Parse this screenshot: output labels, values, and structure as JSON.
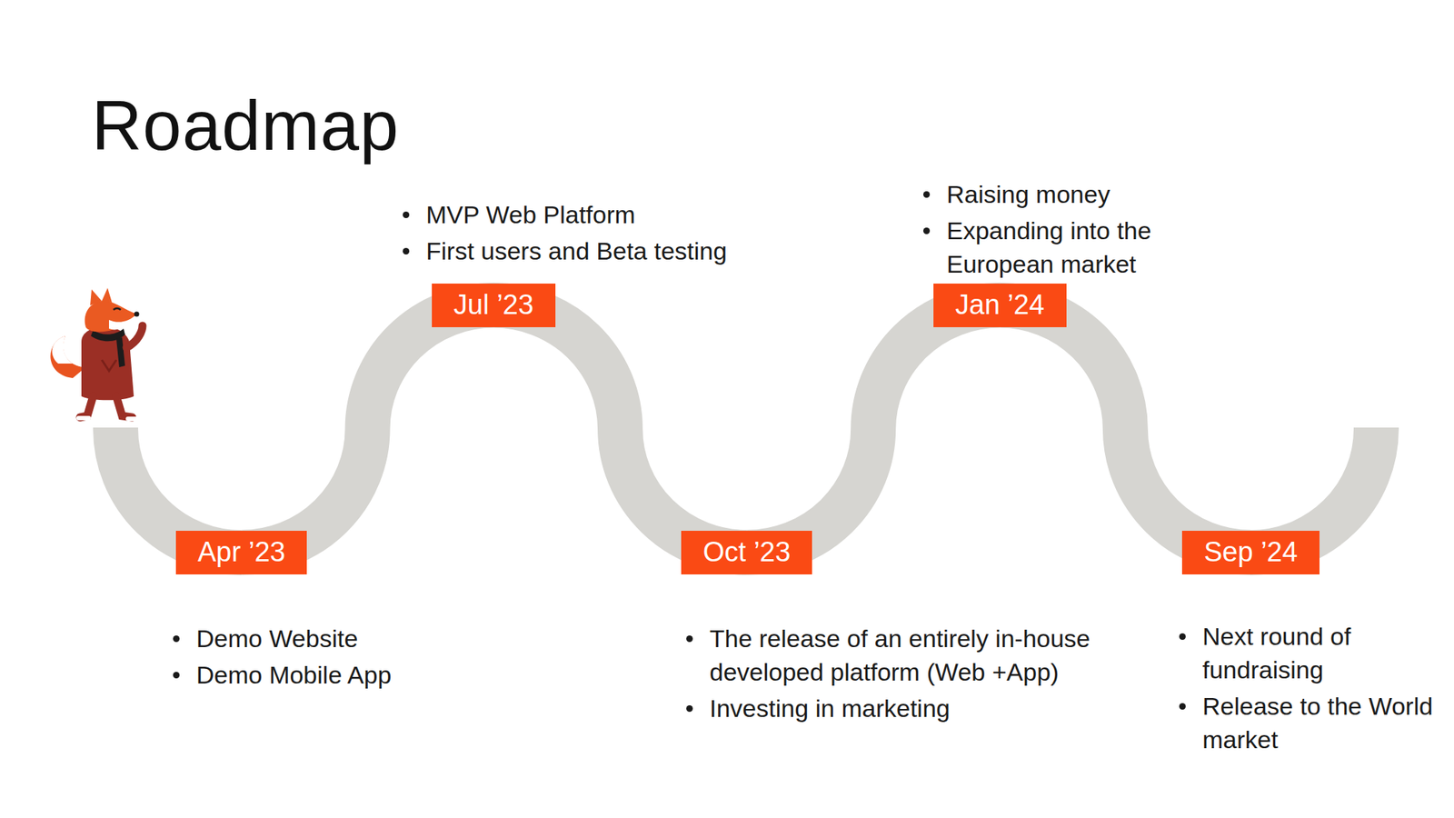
{
  "diagram": {
    "title": "Roadmap",
    "nodes": [
      {
        "text": [
          "Apr ’23"
        ]
      },
      {
        "text": [
          "Jul ’23"
        ]
      },
      {
        "text": [
          "Oct ’23"
        ]
      },
      {
        "text": [
          "Jan ’24"
        ]
      },
      {
        "text": [
          "Sep ’24"
        ]
      }
    ],
    "edges": [
      {
        "from": 0,
        "to": 1,
        "arrow": "none"
      },
      {
        "from": 1,
        "to": 2,
        "arrow": "none"
      },
      {
        "from": 2,
        "to": 3,
        "arrow": "none"
      },
      {
        "from": 3,
        "to": 4,
        "arrow": "none"
      }
    ],
    "labels": [
      "Demo Website",
      "Demo Mobile App",
      "MVP Web Platform",
      "First users and Beta testing",
      "The release of an entirely in-house developed platform (Web +App)",
      "Investing in marketing",
      "Raising money",
      "Expanding into the European market",
      "Next round of fundraising",
      "Release to the World market"
    ]
  }
}
